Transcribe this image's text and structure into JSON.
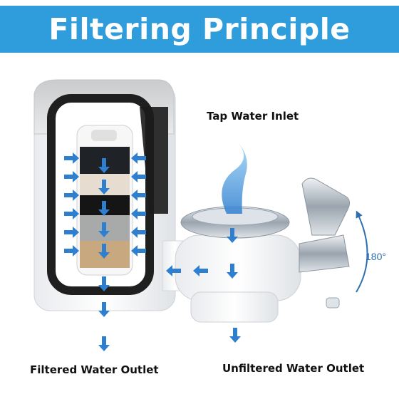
{
  "header": {
    "title": "Filtering Principle"
  },
  "labels": {
    "inlet": "Tap Water Inlet",
    "filtered_outlet": "Filtered Water Outlet",
    "unfiltered_outlet": "Unfiltered Water Outlet",
    "rotation": "180°"
  },
  "colors": {
    "banner": "#2f9cdb",
    "arrow": "#2f7fd0",
    "body": "#f3f4f6",
    "chrome": "#b9c1cb",
    "cartridge_dark": "#2b2b2b"
  },
  "icons": [
    "arrow-right-icon",
    "arrow-left-icon",
    "arrow-down-icon",
    "water-swirl-icon",
    "rotation-arc-icon"
  ]
}
